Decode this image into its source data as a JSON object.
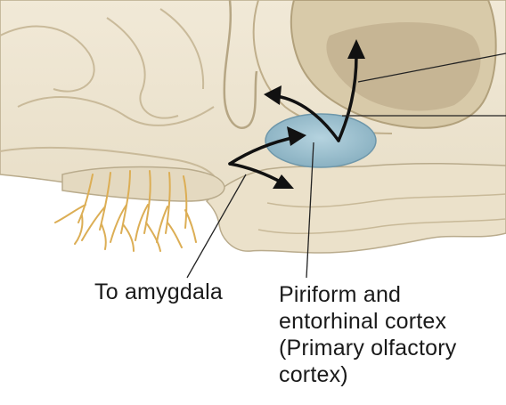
{
  "labels": {
    "amygdala": "To amygdala",
    "piriform": [
      "Piriform and",
      "entorhinal cortex",
      "(Primary olfactory",
      "cortex)"
    ]
  },
  "colors": {
    "brain_tissue": "#ede4d0",
    "brain_shadow": "#d8cdb3",
    "ventricle": "#c6b594",
    "cortex_highlight": "#8fb5c6",
    "nerve_fibers": "#dcae55",
    "arrows": "#111111"
  }
}
